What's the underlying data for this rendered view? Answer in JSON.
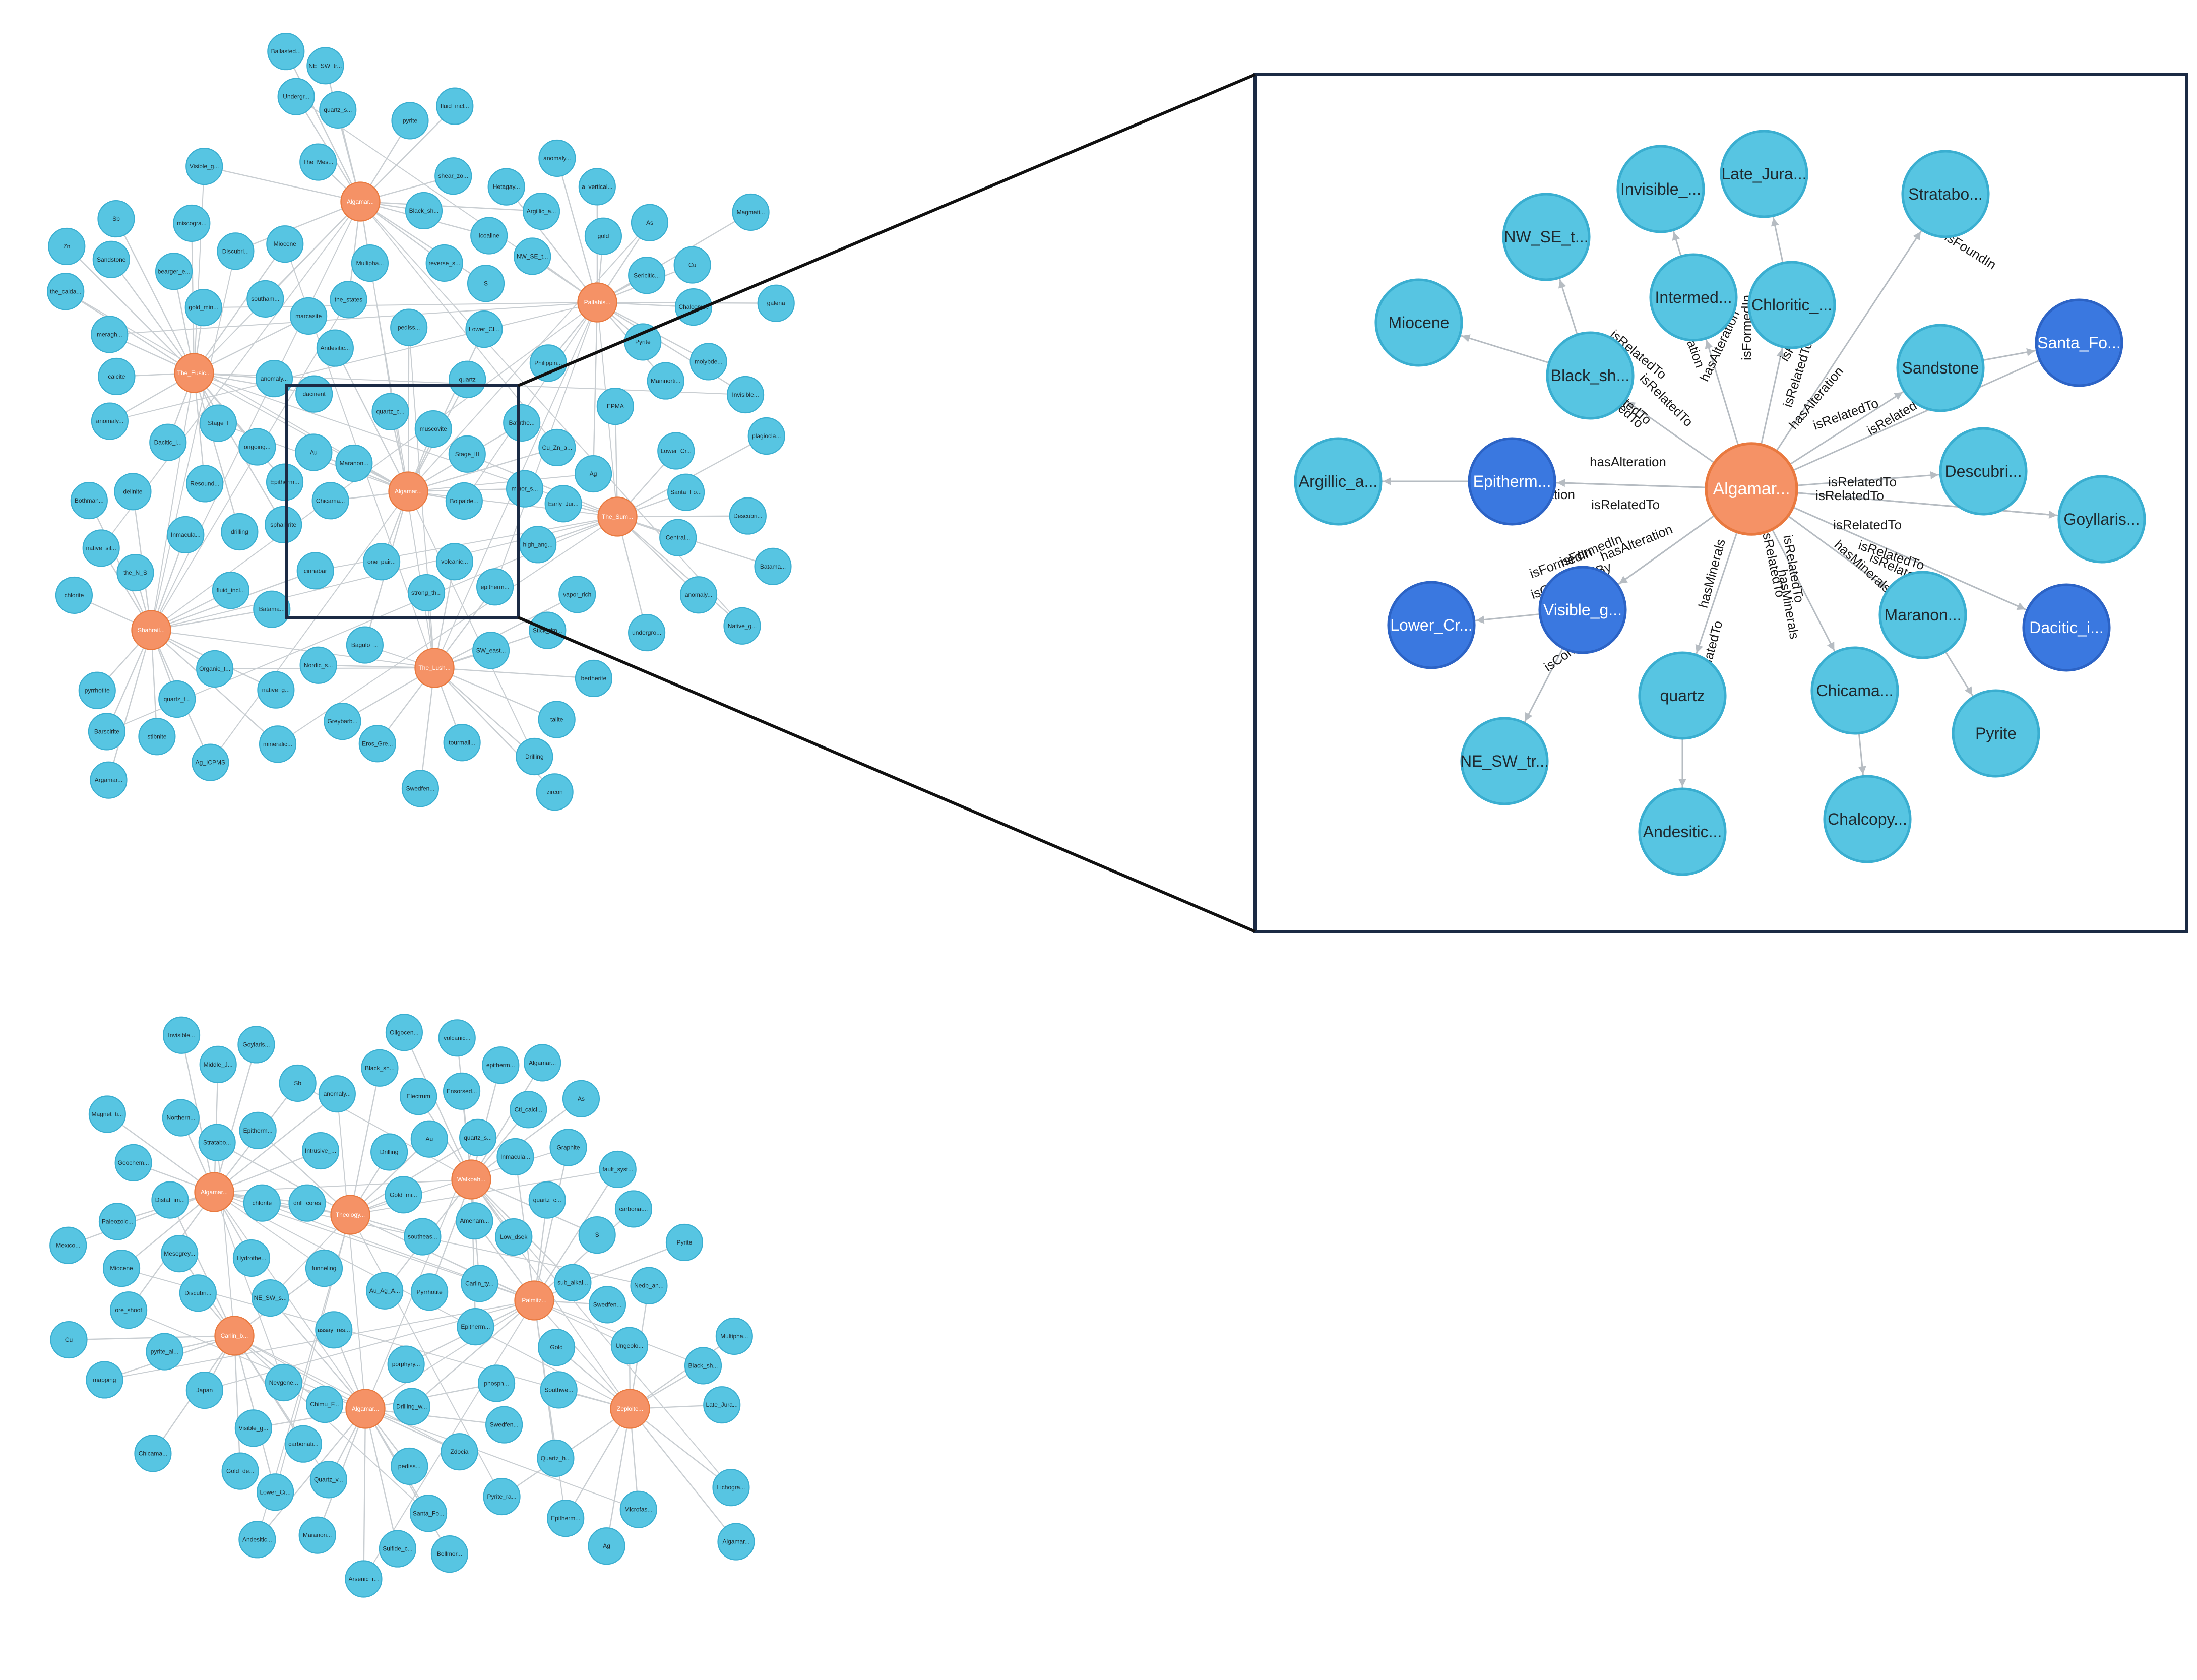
{
  "colors": {
    "node_default": "#57c5e2",
    "node_default_stroke": "#3aaed0",
    "node_center": "#f59266",
    "node_center_stroke": "#e9793f",
    "node_highlight": "#3a78e0",
    "node_highlight_stroke": "#2c63c5",
    "edge": "#c9ced2",
    "frame": "#1b2a44"
  },
  "graph_top": {
    "center_nodes": [
      "Algamar...",
      "Paltahis...",
      "The_Sum...",
      "The_Eusic...",
      "Shahrail...",
      "The_Lush...",
      "Algamar..."
    ],
    "nodes": [
      "Batuthe...",
      "Batama...",
      "Central...",
      "Batama...",
      "volcanic...",
      "epitherm...",
      "S",
      "Philippin...",
      "anomaly...",
      "gold_min...",
      "fluid_incl...",
      "Eros_Gre...",
      "quartz_s...",
      "fluid_incl...",
      "minor_s...",
      "Ag",
      "calcite",
      "Stage_I",
      "Nordic_s...",
      "shear_zo...",
      "quartz_c...",
      "Bagulo_...",
      "undergro...",
      "anomaly...",
      "drilling",
      "Bothman...",
      "Swedfen...",
      "reverse_s...",
      "pediss...",
      "Stage_III",
      "EPMA",
      "Miocene",
      "SW_east...",
      "vapor_rich",
      "Au",
      "Bolpalde...",
      "gold",
      "Resound...",
      "miscogra...",
      "mineralic...",
      "southam...",
      "the_states",
      "Cu_Zn_a...",
      "Sericitic...",
      "ongoing...",
      "anomaly...",
      "strong_th...",
      "Mullipha...",
      "quartz",
      "galena",
      "Hetagay...",
      "high_ang...",
      "the_N_S",
      "Inmacula...",
      "Greybarb...",
      "pyrite",
      "molybde...",
      "NW_SE_t...",
      "Epitherm...",
      "pyrrhotite",
      "stibnite",
      "zircon",
      "Icoaline",
      "one_pair...",
      "Lower_Cr...",
      "sphalerite",
      "Organic_t...",
      "tourmali...",
      "The_Mes...",
      "Andesitic...",
      "anomaly...",
      "Pyrite",
      "plagiocla...",
      "cinnabar",
      "native_g...",
      "NE_SW_tr...",
      "Lower_Cl...",
      "muscovite",
      "Early_Jur...",
      "dacinent",
      "Sandstone",
      "chlorite",
      "bertherite",
      "Chicama...",
      "Maranon...",
      "Descubri...",
      "Dacitic_i...",
      "Ag_ICPMS",
      "delinite",
      "talite",
      "Black_sh...",
      "As",
      "Santa_Fo...",
      "Sb",
      "native_sil...",
      "Barscirite",
      "Undergr...",
      "Argillic_a...",
      "Invisible...",
      "Chalcopy...",
      "meragh...",
      "Zn",
      "Argamar...",
      "Discubri...",
      "Visible_g...",
      "Cu",
      "Magmati...",
      "bearger_e...",
      "marcasite",
      "quartz_t...",
      "Drilling",
      "Ballasted...",
      "a_vertical...",
      "Mainnorti...",
      "Native_g...",
      "the_calda...",
      "Stick_tim..."
    ]
  },
  "graph_bottom": {
    "center_nodes": [
      "Algamar...",
      "Theology...",
      "Walkbah...",
      "Palmitz...",
      "Carlin_b...",
      "Algamar...",
      "Zeploitc..."
    ],
    "nodes": [
      "southeas...",
      "Epitherm...",
      "Electrum",
      "fault_syst...",
      "phosph...",
      "Southwe...",
      "Algamar...",
      "Miocene",
      "Epitherm...",
      "Ctl_calci...",
      "porphyry...",
      "pyrite_al...",
      "NE_SW_s...",
      "Magnet_ti...",
      "Intrusive_...",
      "epitherm...",
      "volcanic...",
      "Japan",
      "Maranon...",
      "Nevgene...",
      "Lichogra...",
      "Northern...",
      "Pyrrhotite",
      "Algamar...",
      "Distal_im...",
      "Quartz_v...",
      "Zdocia",
      "drill_cores",
      "quartz_s...",
      "Gold_mi...",
      "Graphite",
      "Mesogrey...",
      "assay_res...",
      "pediss...",
      "Pyrite_ra...",
      "ore_shoot",
      "Drilling",
      "Swedfen...",
      "Pyrite",
      "Sulfide_c...",
      "Bellmor...",
      "Black_sh...",
      "Hydrothe...",
      "Stratabo...",
      "S",
      "Inmacula...",
      "mapping",
      "Swedfen...",
      "Ungeolo...",
      "Geochem...",
      "Au_Ag_A...",
      "Carlin_ty...",
      "funneling",
      "Santa_Fo...",
      "Arsenic_r...",
      "Gold",
      "Paleozoic...",
      "Black_sh...",
      "Quartz_h...",
      "Discubri...",
      "carbonati...",
      "Visible_g...",
      "Epitherm...",
      "Middle_J...",
      "sub_alkal...",
      "carbonat...",
      "Gold_de...",
      "Chicama...",
      "Multipha...",
      "Invisible...",
      "Goylaris...",
      "Ensorsed...",
      "Low_dsek",
      "Chimu_F...",
      "Andesitic...",
      "Late_Jura...",
      "anomaly...",
      "Mexico...",
      "As",
      "quartz_c...",
      "Amenam...",
      "Lower_Cr...",
      "Microfas...",
      "Sb",
      "chlorite",
      "Au",
      "Oligocen...",
      "Drilling_w...",
      "Cu",
      "Ag",
      "Nedb_an..."
    ]
  },
  "detail": {
    "center": "Algamar...",
    "nodes": [
      "Invisible_...",
      "Late_Jura...",
      "Stratabo...",
      "NW_SE_t...",
      "Intermed...",
      "Chloritic_...",
      "Miocene",
      "Black_sh...",
      "Sandstone",
      "Santa_Fo...",
      "Argillic_a...",
      "Epitherm...",
      "Descubri...",
      "Goyllaris...",
      "Lower_Cr...",
      "Visible_g...",
      "Maranon...",
      "Dacitic_i...",
      "quartz",
      "Chicama...",
      "Pyrite",
      "NE_SW_tr...",
      "Andesitic...",
      "Chalcopy..."
    ],
    "edge_labels": [
      "hasAlteration",
      "isRelatedTo",
      "isFormedIn",
      "hasAlteration",
      "isRelatedTo",
      "isControlledBy",
      "isRelatedTo",
      "isRelatedTo",
      "isRelatedTo",
      "isRelatedTo",
      "isFoundIn",
      "isRelatedTo",
      "hasAlteration",
      "isRelatedTo",
      "isRelatedTo",
      "isRelatedTo",
      "isRelatedTo",
      "isRelatedTo",
      "hasAlteration",
      "isFormedIn",
      "isControlledBy",
      "hasMinerals",
      "isRelatedTo",
      "hasMinerals",
      "isRelatedTo",
      "isRelatedTo",
      "hasMinerals",
      "Alteration",
      "hasAlteration",
      "isFormedIn",
      "isRelatedTo",
      "isRelatedTo"
    ]
  }
}
